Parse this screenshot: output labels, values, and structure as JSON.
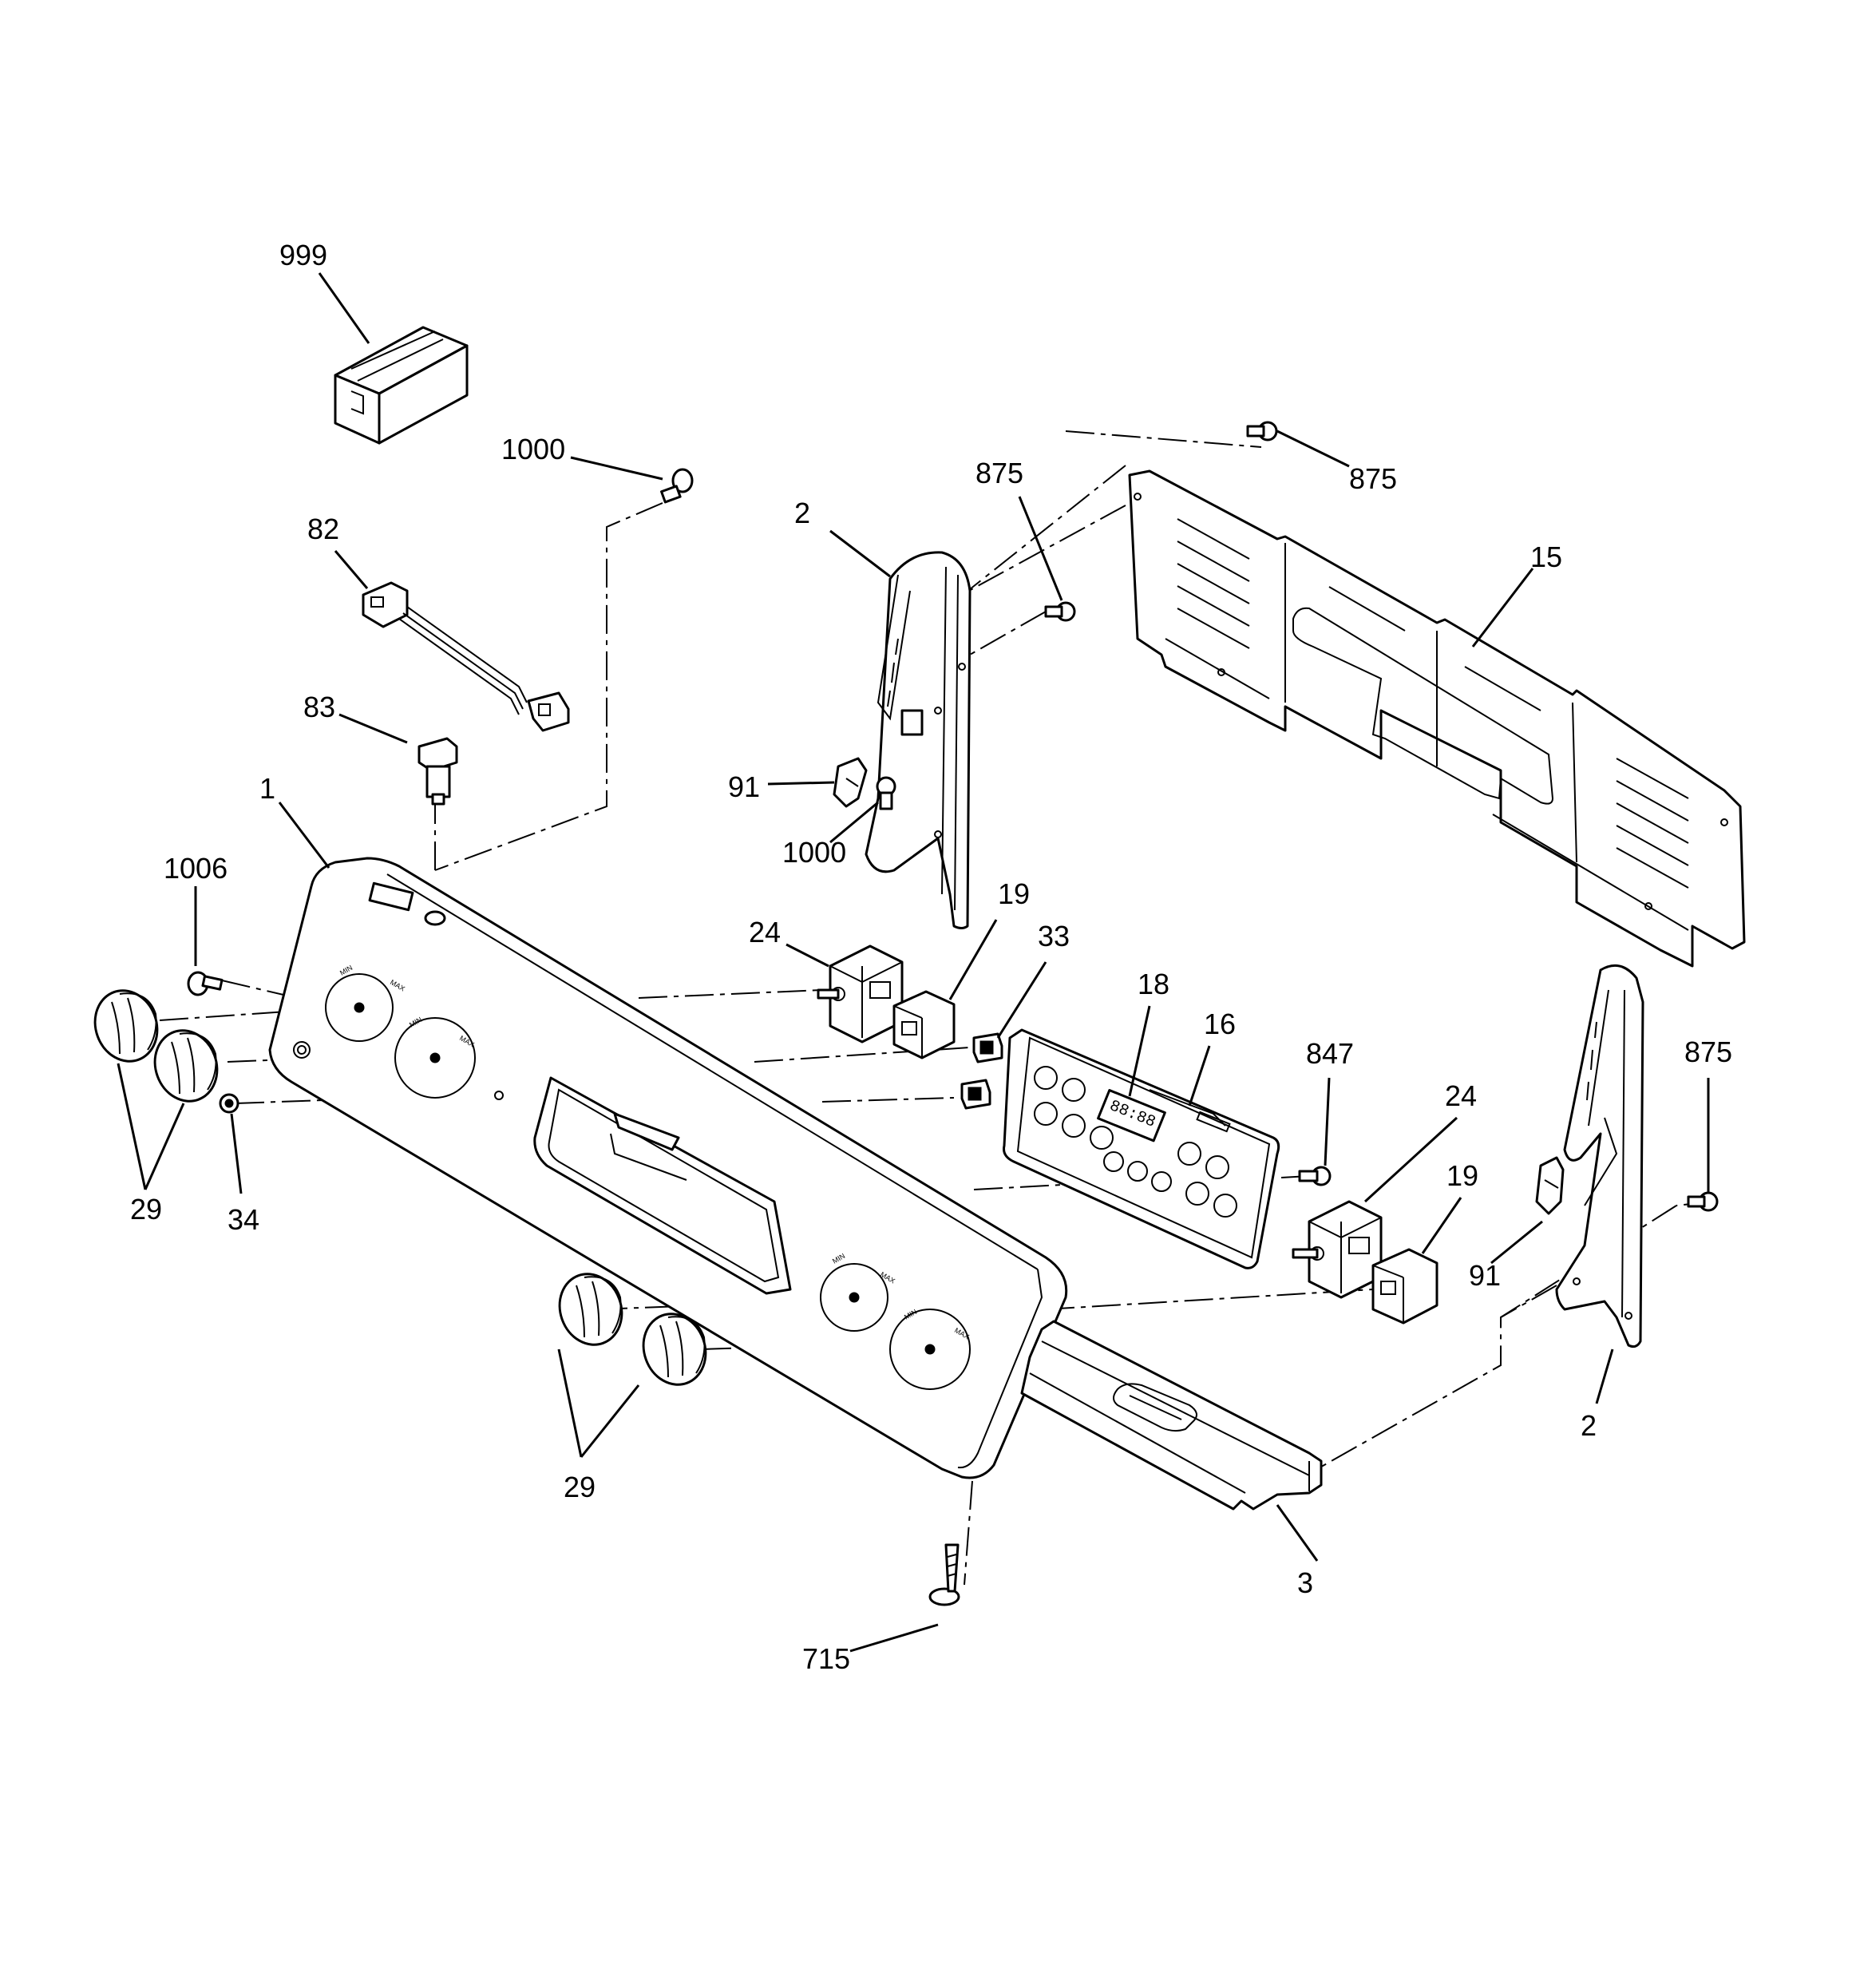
{
  "callouts": {
    "c999": "999",
    "c1000_top": "1000",
    "c82": "82",
    "c83": "83",
    "c1": "1",
    "c1006": "1006",
    "c29_left": "29",
    "c34": "34",
    "c2_top": "2",
    "c875_mid": "875",
    "c91_left": "91",
    "c1000_mid": "1000",
    "c24_left": "24",
    "c19_left": "19",
    "c33": "33",
    "c18": "18",
    "c16": "16",
    "c847": "847",
    "c24_right": "24",
    "c19_right": "19",
    "c875_top": "875",
    "c15": "15",
    "c875_right": "875",
    "c91_right": "91",
    "c2_bottom": "2",
    "c29_bottom": "29",
    "c3": "3",
    "c715": "715"
  },
  "panel_markings": {
    "min": "MIN",
    "max": "MAX",
    "display": "88:88"
  }
}
